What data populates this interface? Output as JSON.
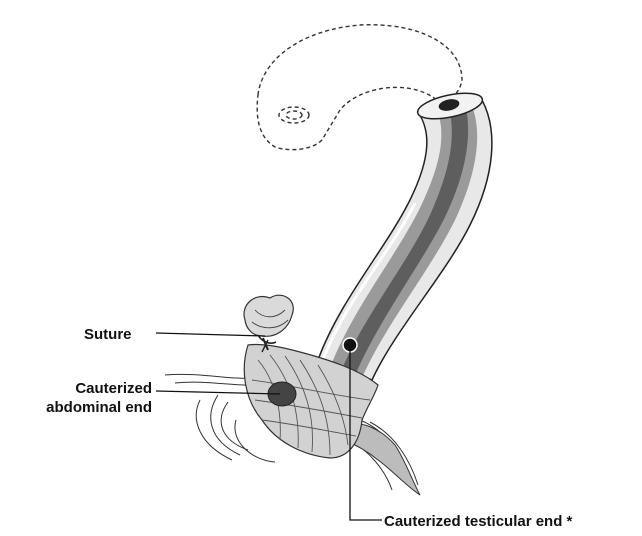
{
  "figure": {
    "labels": {
      "suture": "Suture",
      "abdominal_line1": "Cauterized",
      "abdominal_line2": "abdominal end",
      "testicular": "Cauterized testicular end *"
    }
  },
  "colors": {
    "ink": "#111111",
    "tube_dark": "#5e5e5e",
    "tube_mid": "#9a9a9a",
    "tube_light": "#e8e8e8",
    "tissue": "#cfcfcf"
  }
}
